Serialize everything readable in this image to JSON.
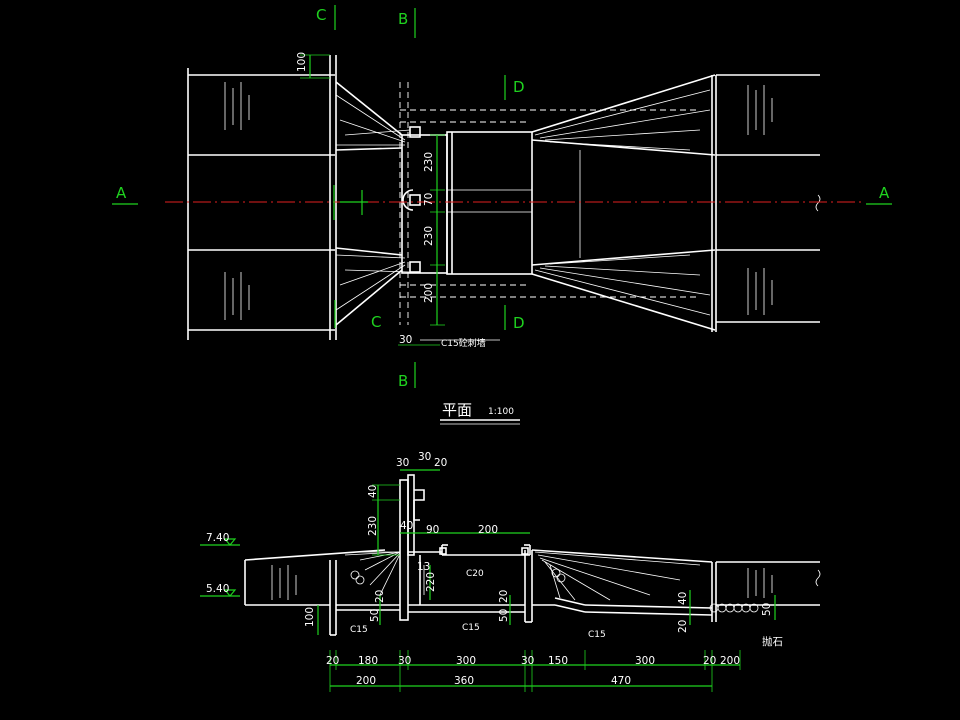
{
  "section_labels": {
    "a_left": "A",
    "a_right": "A",
    "b_top": "B",
    "b_bottom": "B",
    "c_top": "C",
    "c_bottom": "C",
    "d_top": "D",
    "d_bottom": "D"
  },
  "plan": {
    "title": "平面",
    "scale": "1:100",
    "dims": {
      "d100": "100",
      "d230a": "230",
      "d70": "70",
      "d230b": "230",
      "d200": "200",
      "d30": "30"
    },
    "note": "C15砼刺墙"
  },
  "section": {
    "elevations": {
      "top": "7.40",
      "bottom": "5.40"
    },
    "top_dims": {
      "t30a": "30",
      "t30b": "30",
      "t20": "20",
      "t40": "40",
      "t230": "230",
      "t40b": "40",
      "t90": "90",
      "t200": "200"
    },
    "inner_dims": {
      "i13": "13",
      "i220": "220",
      "i20a": "20",
      "i50a": "50",
      "i20b": "20",
      "i50b": "50",
      "i40": "40",
      "i20c": "20",
      "i50c": "50",
      "i100": "100"
    },
    "materials": {
      "c20": "C20",
      "c15a": "C15",
      "c15b": "C15",
      "c15c": "C15",
      "stone": "抛石"
    },
    "bottom_dims_row1": [
      "20",
      "180",
      "30",
      "300",
      "30",
      "150",
      "300",
      "20",
      "200"
    ],
    "bottom_dims_row2": [
      "200",
      "360",
      "470"
    ]
  }
}
